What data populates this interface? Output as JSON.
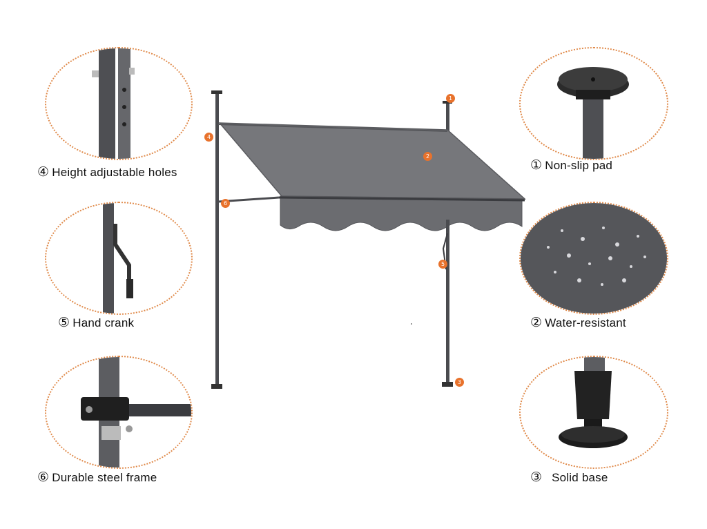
{
  "features": {
    "non_slip_pad": {
      "num": "①",
      "text": "Non-slip pad"
    },
    "water_resistant": {
      "num": "②",
      "text": "Water-resistant"
    },
    "solid_base": {
      "num": "③",
      "text": "Solid base"
    },
    "height_holes": {
      "num": "④",
      "text": "Height adjustable holes"
    },
    "hand_crank": {
      "num": "⑤",
      "text": "Hand crank"
    },
    "steel_frame": {
      "num": "⑥",
      "text": "Durable steel frame"
    }
  },
  "markers": {
    "m1": "1",
    "m2": "2",
    "m3": "3",
    "m4": "4",
    "m5": "5",
    "m6": "6"
  },
  "colors": {
    "accent": "#e8722c",
    "circle_border": "#e08a4a",
    "fabric": "#6b6c70",
    "pole": "#4a4b4f"
  }
}
